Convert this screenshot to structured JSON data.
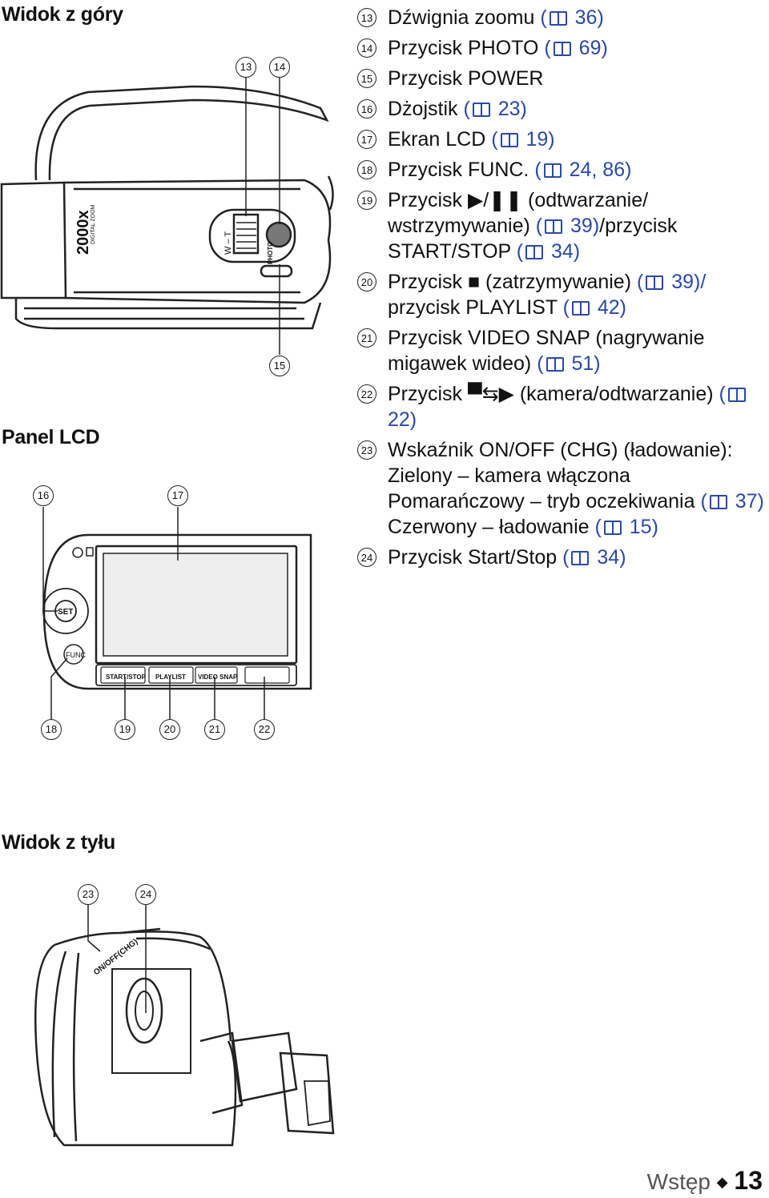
{
  "headings": {
    "top_view": "Widok z góry",
    "lcd_panel": "Panel LCD",
    "rear_view": "Widok z tyłu"
  },
  "items": [
    {
      "num": "13",
      "parts": [
        {
          "t": "Dźwignia zoomu "
        },
        {
          "t": "(",
          "r": 1
        },
        {
          "book": 1
        },
        {
          "t": " 36)",
          "r": 1
        }
      ]
    },
    {
      "num": "14",
      "parts": [
        {
          "t": "Przycisk PHOTO "
        },
        {
          "t": "(",
          "r": 1
        },
        {
          "book": 1
        },
        {
          "t": " 69)",
          "r": 1
        }
      ]
    },
    {
      "num": "15",
      "parts": [
        {
          "t": "Przycisk POWER"
        }
      ]
    },
    {
      "num": "16",
      "parts": [
        {
          "t": "Dżojstik "
        },
        {
          "t": "(",
          "r": 1
        },
        {
          "book": 1
        },
        {
          "t": " 23)",
          "r": 1
        }
      ]
    },
    {
      "num": "17",
      "parts": [
        {
          "t": "Ekran LCD "
        },
        {
          "t": "(",
          "r": 1
        },
        {
          "book": 1
        },
        {
          "t": " 19)",
          "r": 1
        }
      ]
    },
    {
      "num": "18",
      "parts": [
        {
          "t": "Przycisk FUNC. "
        },
        {
          "t": "(",
          "r": 1
        },
        {
          "book": 1
        },
        {
          "t": " 24, 86)",
          "r": 1
        }
      ]
    },
    {
      "num": "19",
      "parts": [
        {
          "t": "Przycisk ▶/❚❚ (odtwarzanie/ wstrzymywanie) "
        },
        {
          "t": "(",
          "r": 1
        },
        {
          "book": 1
        },
        {
          "t": " 39)",
          "r": 1
        },
        {
          "t": "/przycisk START/STOP "
        },
        {
          "t": "(",
          "r": 1
        },
        {
          "book": 1
        },
        {
          "t": " 34)",
          "r": 1
        }
      ]
    },
    {
      "num": "20",
      "parts": [
        {
          "t": "Przycisk ■ (zatrzymywanie) "
        },
        {
          "t": "(",
          "r": 1
        },
        {
          "book": 1
        },
        {
          "t": " 39)/",
          "r": 1
        },
        {
          "t": " przycisk PLAYLIST "
        },
        {
          "t": "(",
          "r": 1
        },
        {
          "book": 1
        },
        {
          "t": " 42)",
          "r": 1
        }
      ]
    },
    {
      "num": "21",
      "parts": [
        {
          "t": "Przycisk VIDEO SNAP (nagrywanie migawek wideo) "
        },
        {
          "t": "(",
          "r": 1
        },
        {
          "book": 1
        },
        {
          "t": " 51)",
          "r": 1
        }
      ]
    },
    {
      "num": "22",
      "parts": [
        {
          "t": "Przycisk ▀⇆▶ (kamera/odtwarzanie) "
        },
        {
          "t": "(",
          "r": 1
        },
        {
          "book": 1
        },
        {
          "t": " 22)",
          "r": 1
        }
      ]
    },
    {
      "num": "23",
      "parts": [
        {
          "t": "Wskaźnik ON/OFF (CHG) (ładowanie): Zielony – kamera włączona Pomarańczowy – tryb oczekiwania "
        },
        {
          "t": "(",
          "r": 1
        },
        {
          "book": 1
        },
        {
          "t": " 37)",
          "r": 1
        },
        {
          "t": " Czerwony – ładowanie "
        },
        {
          "t": "(",
          "r": 1
        },
        {
          "book": 1
        },
        {
          "t": " 15)",
          "r": 1
        }
      ]
    },
    {
      "num": "24",
      "parts": [
        {
          "t": "Przycisk Start/Stop "
        },
        {
          "t": "(",
          "r": 1
        },
        {
          "book": 1
        },
        {
          "t": " 34)",
          "r": 1
        }
      ]
    }
  ],
  "callouts": {
    "c13": "13",
    "c14": "14",
    "c15": "15",
    "c16": "16",
    "c17": "17",
    "c18": "18",
    "c19": "19",
    "c20": "20",
    "c21": "21",
    "c22": "22",
    "c23": "23",
    "c24": "24"
  },
  "diagram_labels": {
    "zoom_big": "2000x",
    "zoom_small": "DIGITAL ZOOM",
    "wt": "W – T",
    "photo": "PHOTO",
    "set": "SET",
    "func": "FUNC",
    "btn_start": "START/STOP",
    "btn_playlist": "PLAYLIST",
    "btn_videosnap": "VIDEO SNAP",
    "onoff": "ON/OFF(CHG)"
  },
  "footer": {
    "section": "Wstęp",
    "page": "13"
  }
}
